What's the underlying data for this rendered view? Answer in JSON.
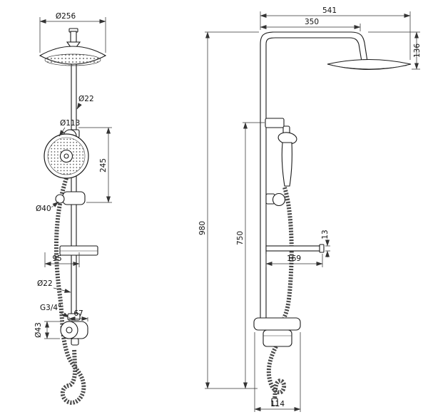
{
  "drawing": {
    "background": "#ffffff",
    "line_color": "#1a1a1a",
    "type": "shower-column-technical-drawing",
    "dimensions": {
      "overhead_diameter": "Ø256",
      "riser_diameter_upper": "Ø22",
      "handset_diameter": "Ø113",
      "handset_travel": "245",
      "slider_knob_diameter": "Ø40",
      "shelf_offset": "95",
      "riser_diameter_lower": "Ø22",
      "inlet_thread": "G3/4\"",
      "control_knob_diameter": "Ø43",
      "valve_offset": "67",
      "overall_width": "541",
      "arm_projection": "350",
      "head_drop": "136",
      "overall_height": "980",
      "riser_height": "750",
      "shelf_thickness": "13",
      "shelf_depth": "169",
      "valve_width": "114"
    }
  }
}
